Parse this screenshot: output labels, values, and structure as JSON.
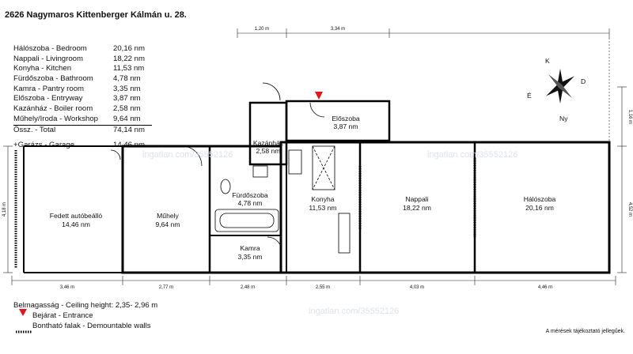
{
  "title": "2626  Nagymaros  Kittenberger Kálmán u. 28.",
  "areas": [
    {
      "name": "Hálószoba - Bedroom",
      "value": "20,16 nm"
    },
    {
      "name": "Nappali - Livingroom",
      "value": "18,22 nm"
    },
    {
      "name": "Konyha - Kitchen",
      "value": "11,53 nm"
    },
    {
      "name": "Fürdőszoba - Bathroom",
      "value": "4,78 nm"
    },
    {
      "name": "Kamra - Pantry room",
      "value": "3,35 nm"
    },
    {
      "name": "Előszoba - Entryway",
      "value": "3,87 nm"
    },
    {
      "name": "Kazánház - Boiler room",
      "value": "2,58 nm"
    },
    {
      "name": "Műhely/Iroda - Workshop",
      "value": "9,64 nm"
    }
  ],
  "total": {
    "name": "Össz. - Total",
    "value": "74,14 nm"
  },
  "garage": {
    "name": "+Garázs - Garage",
    "value": "14,46 nm"
  },
  "rooms": {
    "eloszoba": {
      "name": "Előszoba",
      "area": "3,87 nm"
    },
    "kazanhaz": {
      "name": "Kazánház",
      "area": "2,58 nm"
    },
    "furdoszoba": {
      "name": "Fürdőszoba",
      "area": "4,78 nm"
    },
    "konyha": {
      "name": "Konyha",
      "area": "11,53 nm"
    },
    "nappali": {
      "name": "Nappali",
      "area": "18,22 nm"
    },
    "haloszoba": {
      "name": "Hálószoba",
      "area": "20,16 nm"
    },
    "muhely": {
      "name": "Műhely",
      "area": "9,64 nm"
    },
    "garage": {
      "name": "Fedett autóbeálló",
      "area": "14,46 nm"
    },
    "kamra": {
      "name": "Kamra",
      "area": "3,35 nm"
    }
  },
  "dimensions": {
    "top": [
      "1,20 m",
      "3,34 m"
    ],
    "bottom": [
      "3,46 m",
      "2,77 m",
      "2,48 m",
      "2,55 m",
      "4,03 m",
      "4,46 m"
    ],
    "left": "4,18 m",
    "right": [
      "1,16 m",
      "4,52 m"
    ]
  },
  "compass": {
    "k": "K",
    "d": "D",
    "e": "É",
    "ny": "Ny"
  },
  "legend": {
    "ceiling": "Belmagasság - Ceiling height: 2,35- 2,96 m",
    "entrance": "Bejárat - Entrance",
    "walls": "Bontható falak - Demountable walls"
  },
  "footnote": "A mérések tájékoztató jellegűek.",
  "watermark": "ingatlan.com/35552126",
  "colors": {
    "entrance_marker": "#e8141b",
    "wall": "#000000",
    "watermark": "#dde3e9"
  }
}
